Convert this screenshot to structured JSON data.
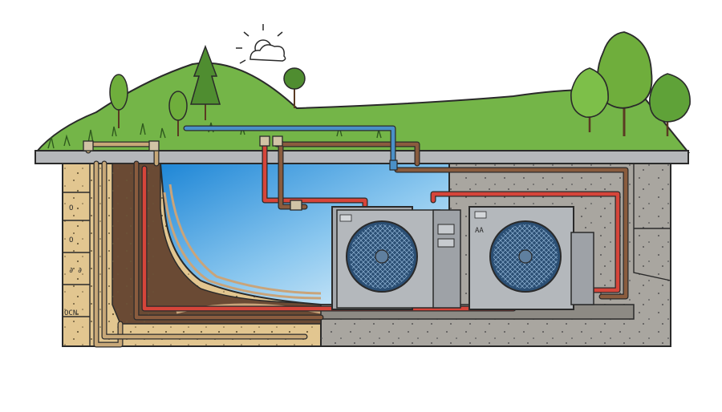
{
  "scene": {
    "colors": {
      "grass": "#74b548",
      "soil": "#e2c690",
      "concrete": "#a9a6a0",
      "water_top": "#1e86d6",
      "water_bottom": "#cfe8f7",
      "pipe_red": "#d6453a",
      "pipe_brown": "#8a5c3e",
      "pipe_blue": "#4a90c8",
      "pipe_tan": "#c8a878",
      "unit_body": "#a4a8ad",
      "fan_blue": "#2b4f74"
    },
    "labels": {
      "soil_marks": [
        "OCN",
        "∂ ∂",
        "O",
        "O"
      ],
      "unit_left_badge": "",
      "unit_right_badge": "AA"
    }
  }
}
